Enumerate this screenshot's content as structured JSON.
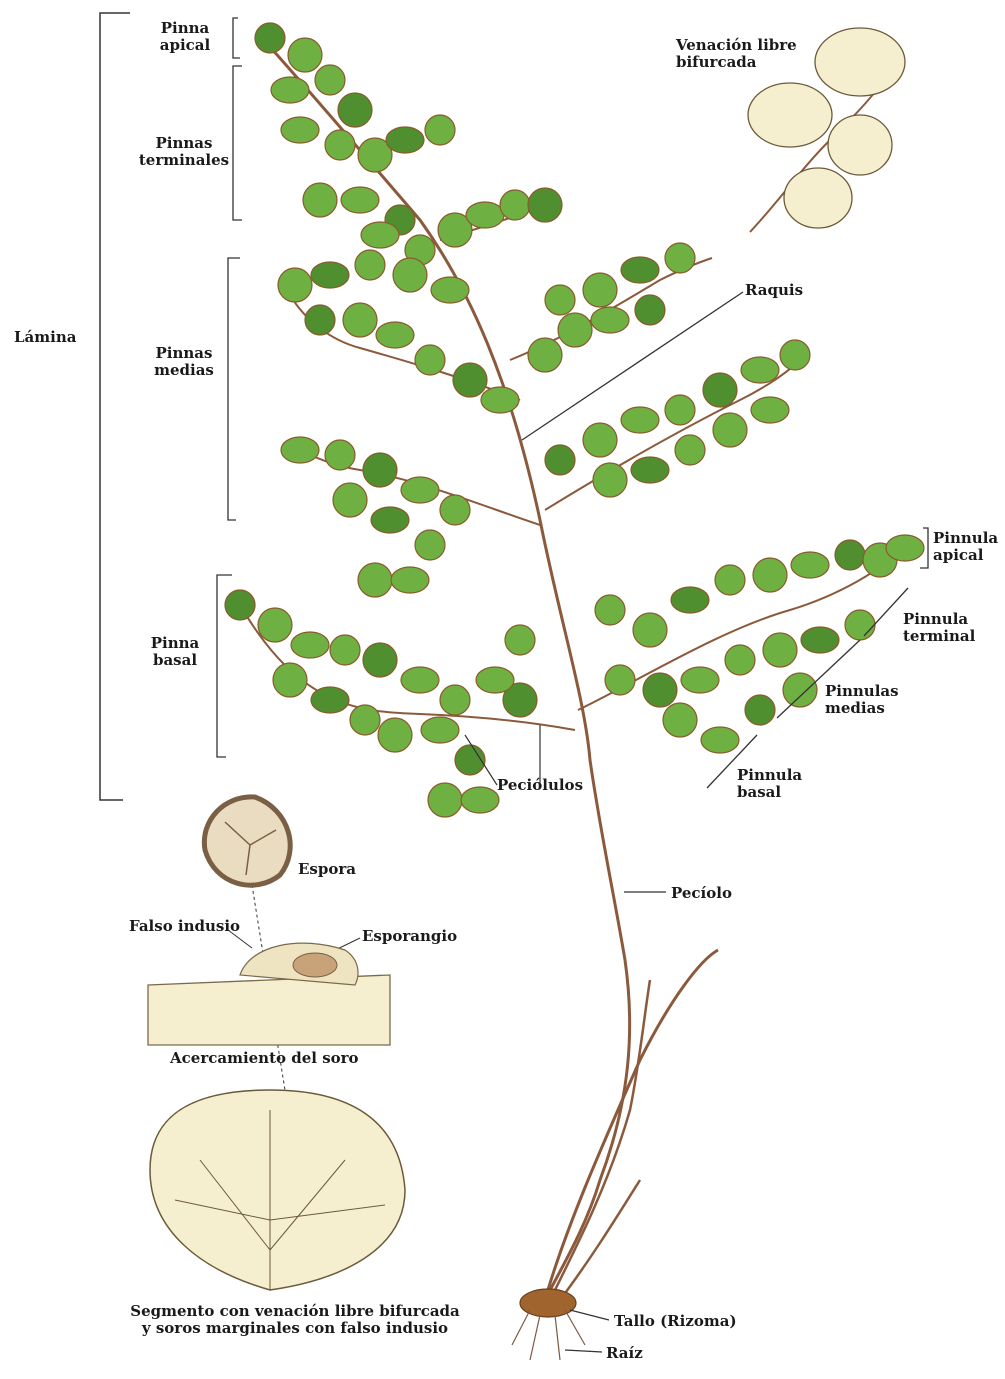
{
  "labels": {
    "lamina": "Lámina",
    "pinna_apical": "Pinna\napical",
    "pinnas_terminales": "Pinnas\nterminales",
    "pinnas_medias": "Pinnas\nmedias",
    "pinna_basal": "Pinna\nbasal",
    "venacion": "Venación libre\nbifurcada",
    "raquis": "Raquis",
    "pinnula_apical": "Pinnula\napical",
    "pinnula_terminal": "Pinnula\nterminal",
    "pinnulas_medias": "Pinnulas\nmedias",
    "pinnula_basal": "Pinnula\nbasal",
    "peciolulos": "Peciólulos",
    "espora": "Espora",
    "falso_indusio": "Falso indusio",
    "esporangio": "Esporangio",
    "acercamiento": "Acercamiento del soro",
    "peciolo": "Pecíolo",
    "segmento": "Segmento con venación libre bifurcada\ny soros marginales con falso indusio",
    "tallo": "Tallo (Rizoma)",
    "raiz": "Raíz"
  },
  "colors": {
    "leaf": "#6fb043",
    "leaf_dark": "#4f8f2f",
    "leaf_edge": "#8a5a2b",
    "stem": "#8b5a3c",
    "line": "#333333",
    "tissue": "#f6efcf"
  }
}
